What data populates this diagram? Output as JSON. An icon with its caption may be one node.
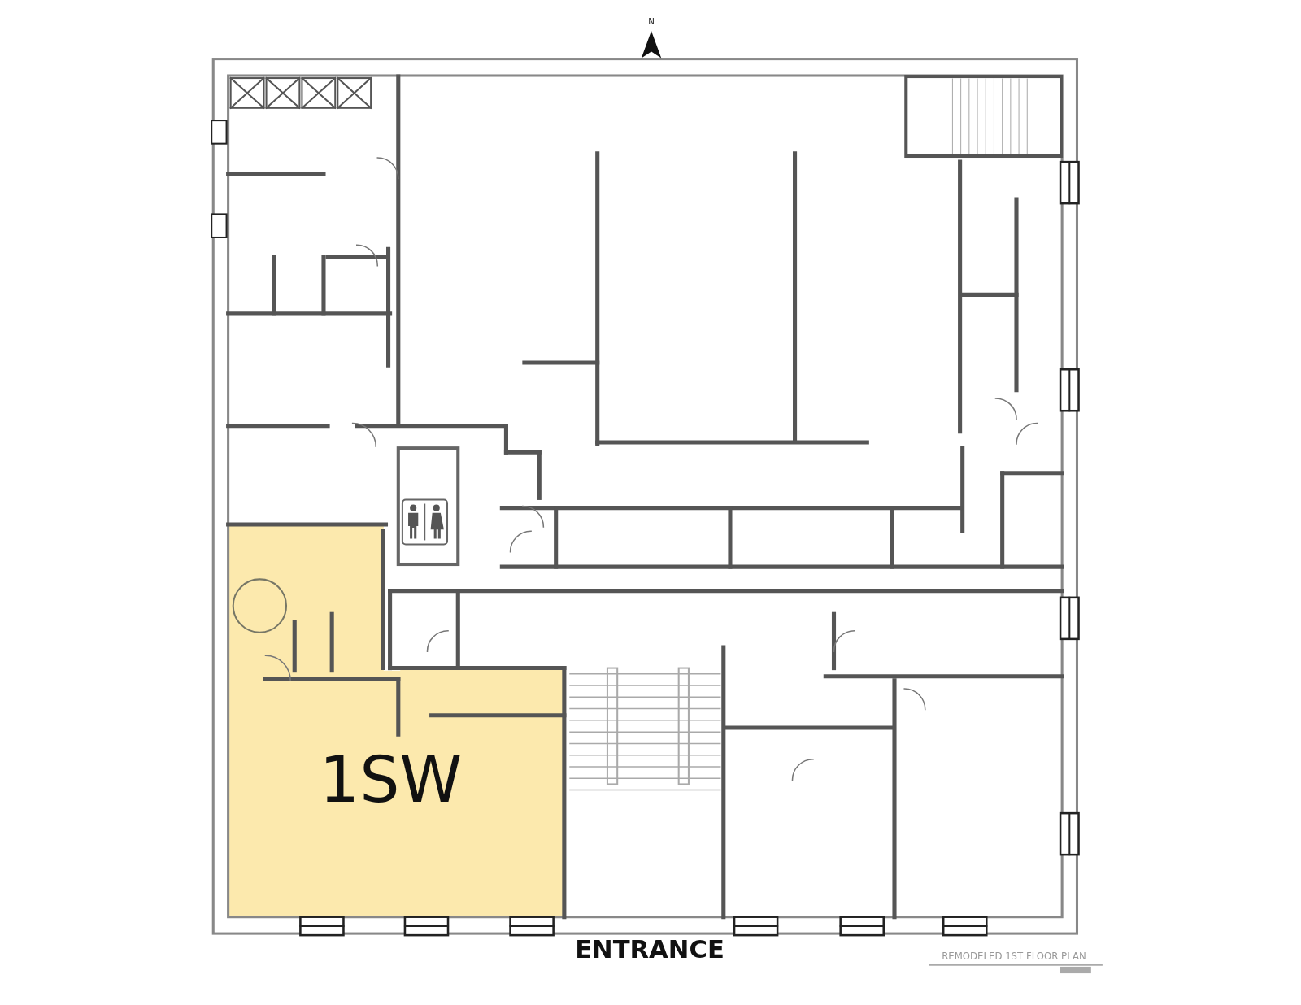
{
  "diagram": {
    "nodes": [
      {
        "text": [
          "1SW"
        ]
      }
    ],
    "labels": [
      "N",
      "ENTRANCE",
      "REMODELED 1ST FLOOR PLAN"
    ]
  }
}
